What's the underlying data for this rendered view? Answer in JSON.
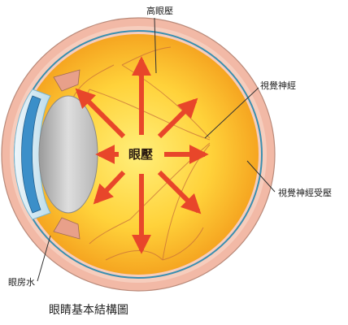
{
  "labels": {
    "high_pressure": "高眼壓",
    "optic_nerve": "視覺神經",
    "optic_nerve_pressured": "視覺神經受壓",
    "aqueous_humor": "眼房水",
    "center": "眼壓"
  },
  "caption": "眼睛基本結構圖",
  "colors": {
    "sclera": "#f2b9a6",
    "retina_line": "#3a8fb0",
    "vitreous_center": "#ffe45a",
    "vitreous_edge": "#f5a21a",
    "arrow": "#e8462a",
    "cornea": "#cfe6f0",
    "iris": "#3b8fc9",
    "lens": "#c8c8c8"
  }
}
